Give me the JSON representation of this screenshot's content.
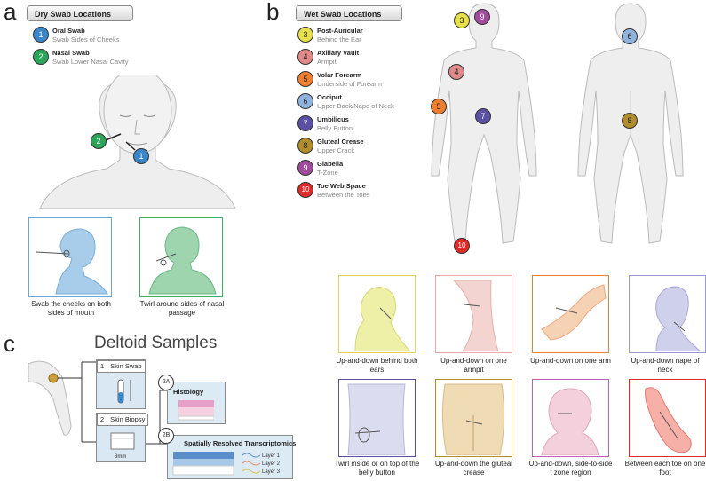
{
  "panels": {
    "a": "a",
    "b": "b",
    "c": "c"
  },
  "dry": {
    "header": "Dry Swab Locations",
    "items": [
      {
        "num": "1",
        "title": "Oral Swab",
        "sub": "Swab Sides of Cheeks",
        "color": "#3b86c8"
      },
      {
        "num": "2",
        "title": "Nasal Swab",
        "sub": "Swab Lower Nasal Cavity",
        "color": "#2aa55a"
      }
    ],
    "captions": [
      "Swab the cheeks on both sides of mouth",
      "Twirl around sides of nasal passage"
    ]
  },
  "wet": {
    "header": "Wet Swab Locations",
    "items": [
      {
        "num": "3",
        "title": "Post-Auricular",
        "sub": "Behind the Ear",
        "color": "#e8e04a"
      },
      {
        "num": "4",
        "title": "Axillary Vault",
        "sub": "Armpit",
        "color": "#e08a8a"
      },
      {
        "num": "5",
        "title": "Volar Forearm",
        "sub": "Underside of Forearm",
        "color": "#ef7f2f"
      },
      {
        "num": "6",
        "title": "Occiput",
        "sub": "Upper Back/Nape of Neck",
        "color": "#8fb3dc"
      },
      {
        "num": "7",
        "title": "Umbilicus",
        "sub": "Belly Button",
        "color": "#5a4fa0"
      },
      {
        "num": "8",
        "title": "Gluteal Crease",
        "sub": "Upper Crack",
        "color": "#b08c2a"
      },
      {
        "num": "9",
        "title": "Glabella",
        "sub": "T-Zone",
        "color": "#a04a9c"
      },
      {
        "num": "10",
        "title": "Toe Web Space",
        "sub": "Between the Toes",
        "color": "#e02a2a"
      }
    ],
    "captions": [
      "Up-and-down behind both ears",
      "Up-and-down on one armpit",
      "Up-and-down on one arm",
      "Up-and-down nape of neck",
      "Twirl inside or on top of the belly button",
      "Up-and-down the gluteal crease",
      "Up-and-down, side-to-side t zone region",
      "Between each toe on one foot"
    ],
    "panel_colors": [
      "#e8e04a",
      "#e8a8a8",
      "#ef7f2f",
      "#9a9ad0",
      "#5a4fa0",
      "#b08c2a",
      "#c25cb8",
      "#e02a2a"
    ]
  },
  "deltoid": {
    "title": "Deltoid Samples",
    "skin_swab": {
      "num": "1",
      "label": "Skin Swab"
    },
    "skin_biopsy": {
      "num": "2",
      "label": "Skin Biopsy",
      "scale": "3mm"
    },
    "histology": {
      "num": "2A",
      "label": "Histology"
    },
    "transcriptomics": {
      "num": "2B",
      "label": "Spatially Resolved Transcriptomics",
      "layers": [
        "Layer 1",
        "Layer 2",
        "Layer 3"
      ]
    }
  }
}
